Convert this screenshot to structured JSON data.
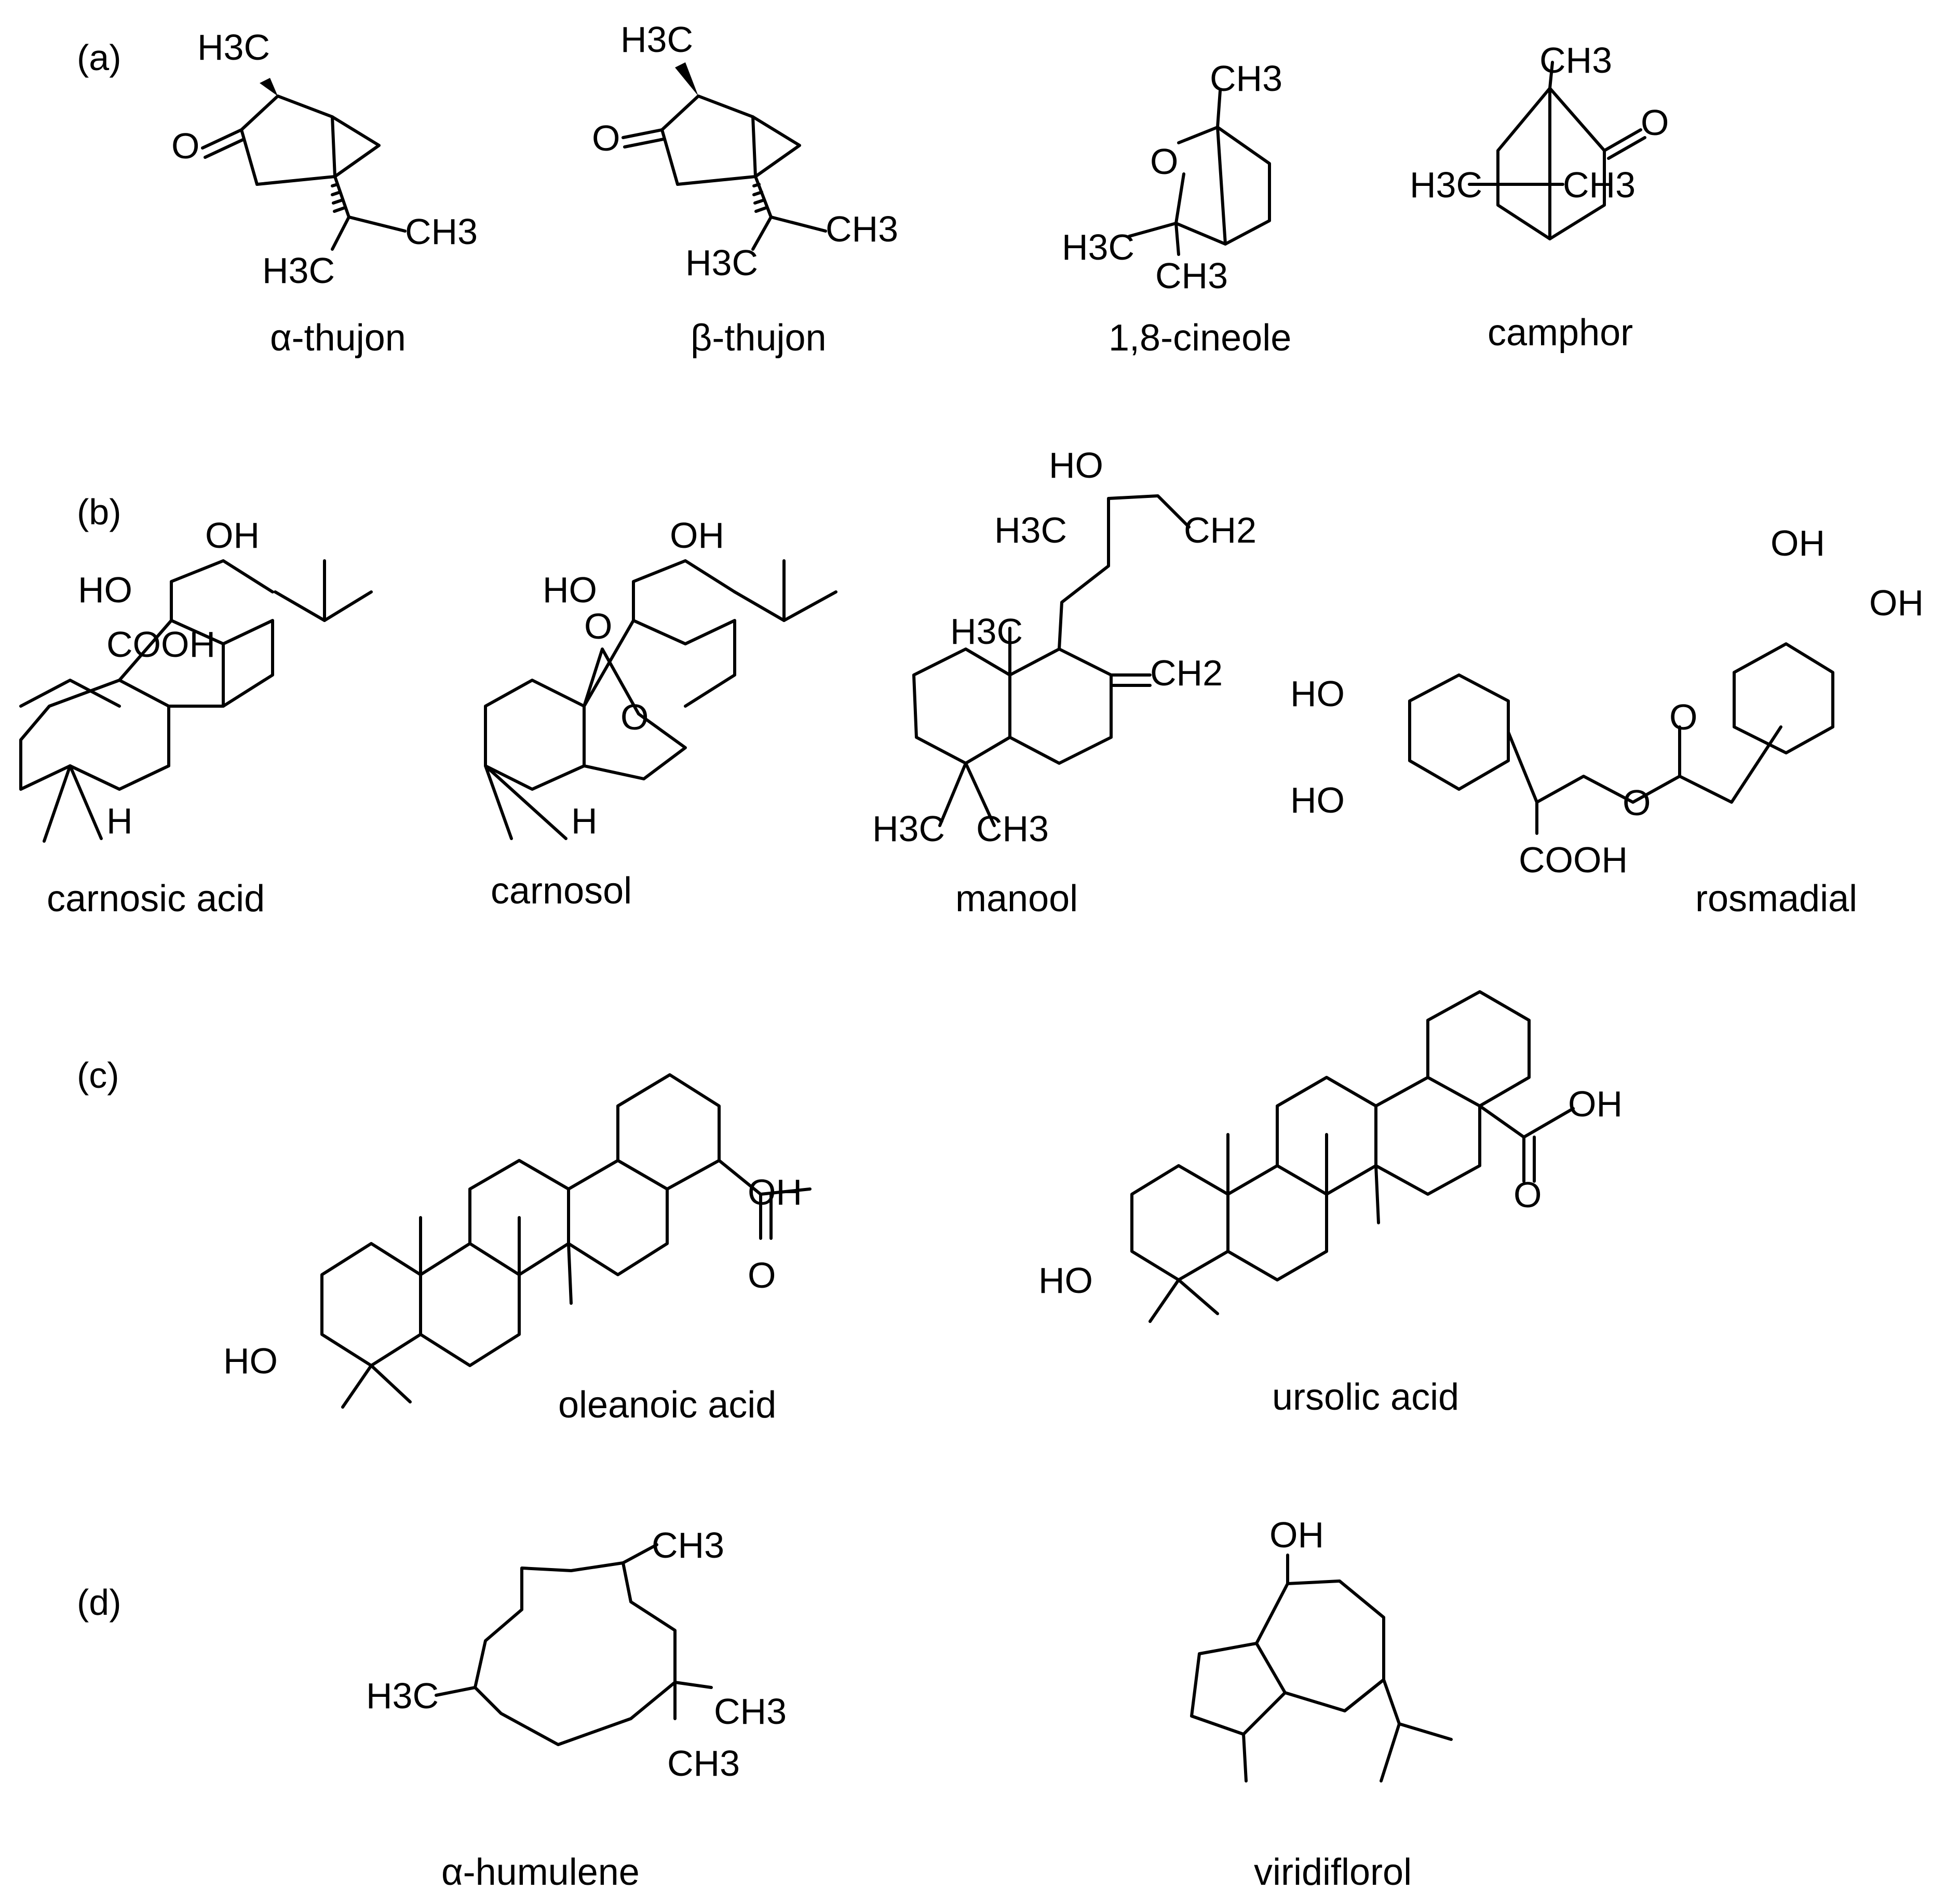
{
  "panels": {
    "a": "(a)",
    "b": "(b)",
    "c": "(c)",
    "d": "(d)"
  },
  "compounds": {
    "alpha_thujon": "α-thujon",
    "beta_thujon": "β-thujon",
    "cineole": "1,8-cineole",
    "camphor": "camphor",
    "carnosic_acid": "carnosic acid",
    "carnosol": "carnosol",
    "manool": "manool",
    "rosmadial": "rosmadial",
    "oleanoic_acid": "oleanoic acid",
    "ursolic_acid": "ursolic acid",
    "alpha_humulene": "α-humulene",
    "viridiflorol": "viridiflorol"
  },
  "atoms": {
    "O": "O",
    "OH": "OH",
    "HO": "HO",
    "H": "H",
    "COOH": "COOH",
    "CH3": "CH3",
    "H3C": "H3C",
    "CH2": "CH2",
    "H_sym": "H",
    "C_sym": "C",
    "sub3": "3",
    "sub2": "2"
  }
}
